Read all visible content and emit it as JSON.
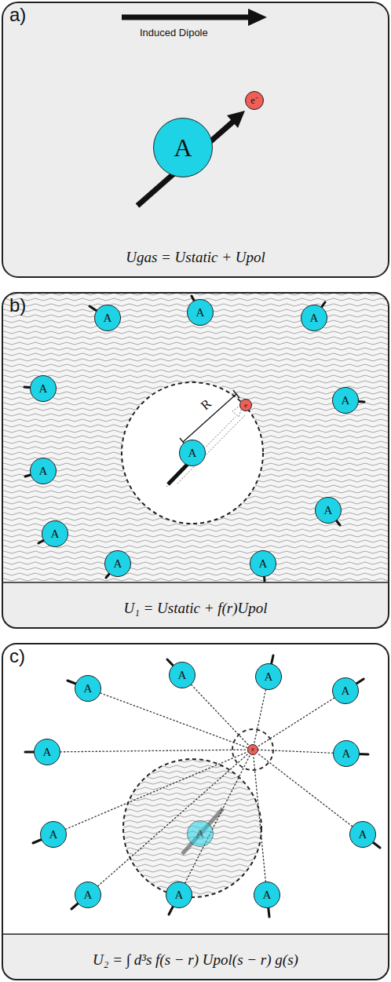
{
  "diagram": {
    "nodes": [
      {
        "text": [
          "a)",
          "Ugas = Ustatic + Upol"
        ]
      },
      {
        "text": [
          "A"
        ],
        "in": 0
      },
      {
        "text": [
          "e⁻"
        ],
        "in": 0
      },
      {
        "text": [
          "b)",
          "U₁ = Ustatic + f(r)Upol"
        ]
      },
      {
        "text": [
          "A"
        ],
        "in": 3
      },
      {
        "text": [
          "e"
        ],
        "in": 3
      },
      {
        "text": [
          "A"
        ],
        "in": 3
      },
      {
        "text": [
          "A"
        ],
        "in": 3
      },
      {
        "text": [
          "A"
        ],
        "in": 3
      },
      {
        "text": [
          "A"
        ],
        "in": 3
      },
      {
        "text": [
          "A"
        ],
        "in": 3
      },
      {
        "text": [
          "A"
        ],
        "in": 3
      },
      {
        "text": [
          "A"
        ],
        "in": 3
      },
      {
        "text": [
          "A"
        ],
        "in": 3
      },
      {
        "text": [
          "A"
        ],
        "in": 3
      },
      {
        "text": [
          "A"
        ],
        "in": 3
      },
      {
        "text": [
          "c)",
          "U₂ = ∫ d³s f(s − r) Upol(s − r) g(s)"
        ]
      },
      {
        "text": [
          "A"
        ],
        "in": 16
      },
      {
        "text": [
          "e"
        ],
        "in": 16
      },
      {
        "text": [
          "A"
        ],
        "in": 16
      },
      {
        "text": [
          "A"
        ],
        "in": 16
      },
      {
        "text": [
          "A"
        ],
        "in": 16
      },
      {
        "text": [
          "A"
        ],
        "in": 16
      },
      {
        "text": [
          "A"
        ],
        "in": 16
      },
      {
        "text": [
          "A"
        ],
        "in": 16
      },
      {
        "text": [
          "A"
        ],
        "in": 16
      },
      {
        "text": [
          "A"
        ],
        "in": 16
      },
      {
        "text": [
          "A"
        ],
        "in": 16
      },
      {
        "text": [
          "A"
        ],
        "in": 16
      },
      {
        "text": [
          "A"
        ],
        "in": 16
      }
    ],
    "edges": [
      {
        "from": 19,
        "to": 18,
        "arrow": "none"
      },
      {
        "from": 20,
        "to": 18,
        "arrow": "none"
      },
      {
        "from": 21,
        "to": 18,
        "arrow": "none"
      },
      {
        "from": 22,
        "to": 18,
        "arrow": "none"
      },
      {
        "from": 23,
        "to": 18,
        "arrow": "none"
      },
      {
        "from": 24,
        "to": 18,
        "arrow": "none"
      },
      {
        "from": 25,
        "to": 18,
        "arrow": "none"
      },
      {
        "from": 26,
        "to": 18,
        "arrow": "none"
      },
      {
        "from": 27,
        "to": 18,
        "arrow": "none"
      },
      {
        "from": 28,
        "to": 18,
        "arrow": "none"
      },
      {
        "from": 29,
        "to": 18,
        "arrow": "none"
      }
    ],
    "labels": [
      "Induced Dipole",
      "R"
    ]
  }
}
